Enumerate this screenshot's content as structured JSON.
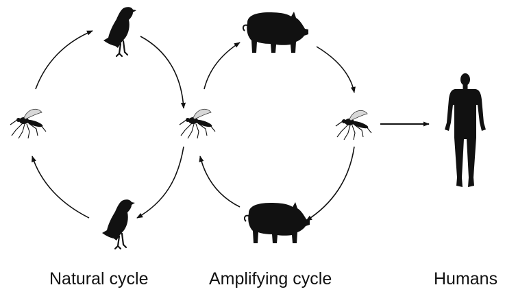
{
  "captions": {
    "natural": "Natural cycle",
    "amplifying": "Amplifying cycle",
    "humans": "Humans"
  },
  "icons": [
    "bird-icon",
    "pig-icon",
    "mosquito-icon",
    "human-icon"
  ],
  "colors": {
    "silhouette": "#111111",
    "arrow": "#111111",
    "background": "#ffffff"
  }
}
